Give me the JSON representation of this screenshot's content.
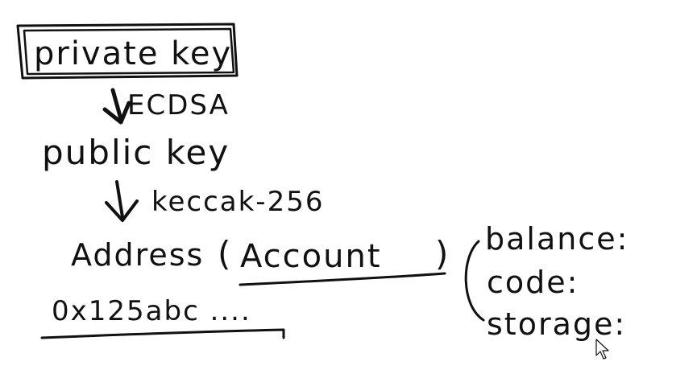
{
  "nodes": {
    "private_key": "private key",
    "public_key": "public key",
    "address": "Address",
    "account_open": "(",
    "account": "Account",
    "account_close": ")",
    "address_value": "0x125abc ...."
  },
  "edges": {
    "private_to_public": "ECDSA",
    "public_to_address": "keccak-256"
  },
  "account_fields": {
    "balance": "balance:",
    "code": "code:",
    "storage": "storage:"
  }
}
